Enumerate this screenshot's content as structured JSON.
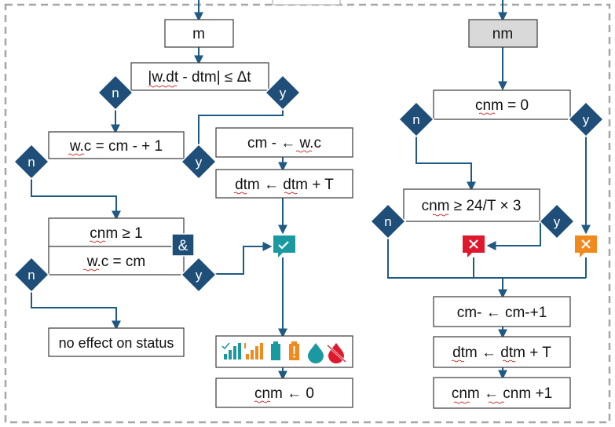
{
  "colors": {
    "connector": "#1f5a85",
    "decision": "#1f4e79",
    "teal": "#1a9aa0",
    "orange": "#f08a1c",
    "red": "#e0182d",
    "grey_box": "#d9d9d9",
    "dashed_border": "#a6a6a6"
  },
  "decision_labels": {
    "yes": "y",
    "no": "n"
  },
  "left_branch": {
    "title": "m",
    "condition_main": "|w.dt - dtm| ≤ Δt",
    "assign_wc": "w.c = cm - + 1",
    "assign_cm": "cm - ← w.c",
    "assign_dt": "dtm ← dtm + T",
    "condition_cnm": "cnm ≥ 1",
    "and_label": "&",
    "condition_wc": "w.c = cm",
    "no_effect": "no effect on status",
    "reset_cnm": "cnm ← 0",
    "status_icons": [
      "signal-bars-teal-icon",
      "signal-bars-orange-icon",
      "battery-teal-icon",
      "battery-alert-orange-icon",
      "water-drop-teal-icon",
      "water-drop-off-red-icon"
    ]
  },
  "right_branch": {
    "title": "nm",
    "condition_zero": "cnm = 0",
    "condition_threshold": "cnm ≥ 24/T × 3",
    "increment_cm": "cm- ← cm-+1",
    "assign_dt": "dtm ← dtm + T",
    "increment_cnm": "cnm ← cnm +1"
  }
}
